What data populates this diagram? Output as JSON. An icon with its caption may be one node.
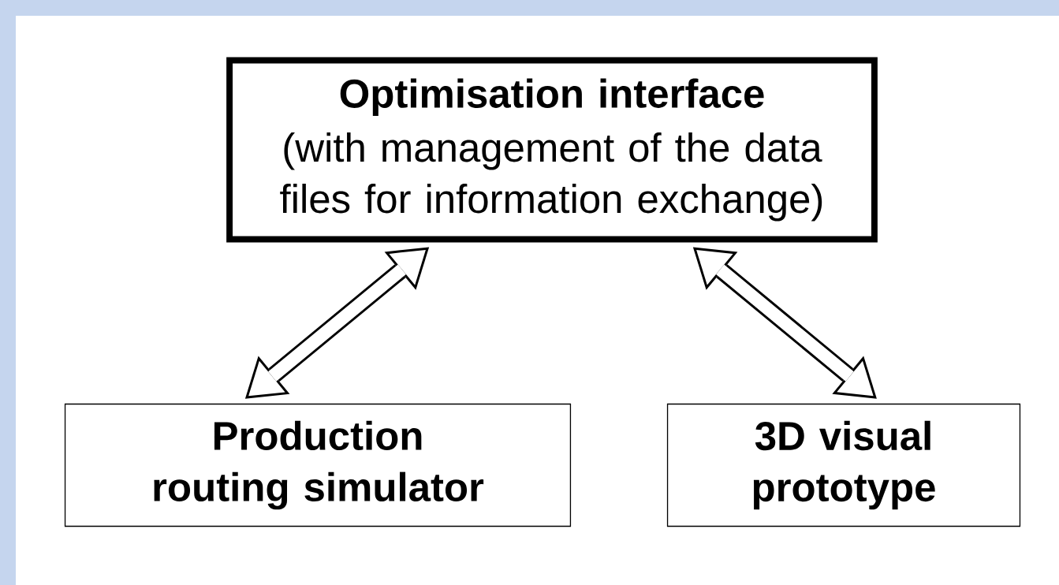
{
  "diagram": {
    "nodes": [
      {
        "text": [
          "Optimisation interface",
          "(with management of the data files for information exchange)"
        ]
      },
      {
        "text": [
          "Production routing simulator"
        ]
      },
      {
        "text": [
          "3D visual prototype"
        ]
      }
    ],
    "edges": [
      {
        "from": 0,
        "to": 1,
        "arrow": "both"
      },
      {
        "from": 0,
        "to": 2,
        "arrow": "both"
      }
    ]
  }
}
